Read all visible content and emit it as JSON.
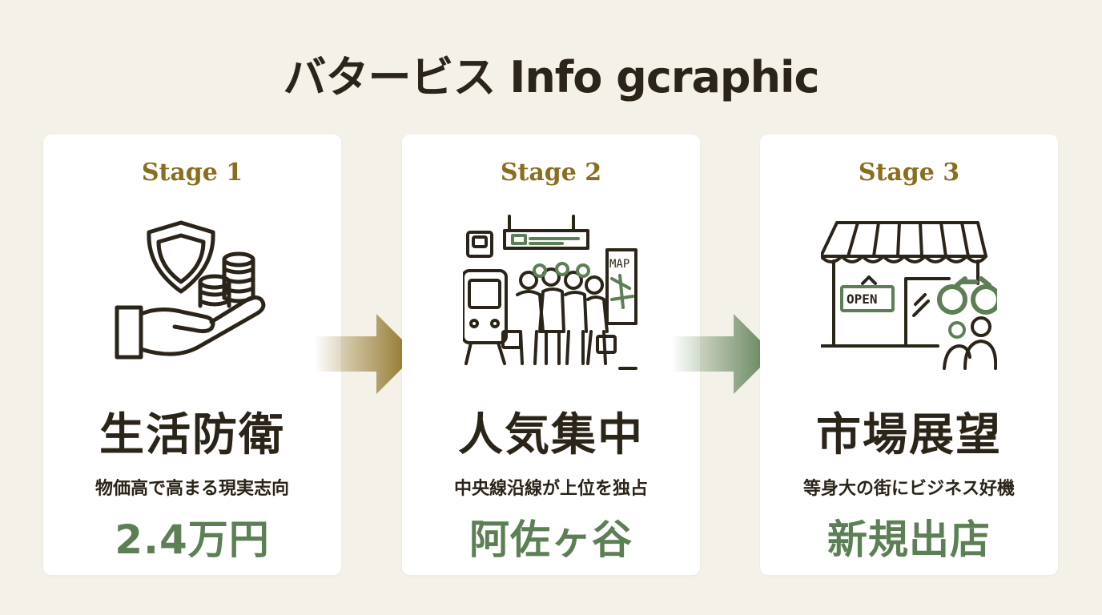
{
  "title": "バタービス Info gcraphic",
  "colors": {
    "gold": "#8a6d1e",
    "green": "#5c7f55",
    "ink": "#2b2419",
    "background": "#f4f1e8"
  },
  "stages": [
    {
      "label": "Stage 1",
      "heading": "生活防衛",
      "sub": "物価高で高まる現実志向",
      "big": "2.4万円",
      "icon": "hand-shield-coins-icon"
    },
    {
      "label": "Stage 2",
      "heading": "人気集中",
      "sub": "中央線沿線が上位を独占",
      "big": "阿佐ヶ谷",
      "icon": "station-crowd-icon",
      "icon_text": "MAP"
    },
    {
      "label": "Stage 3",
      "heading": "市場展望",
      "sub": "等身大の街にビジネス好機",
      "big": "新規出店",
      "icon": "storefront-binoculars-icon",
      "icon_text": "OPEN"
    }
  ]
}
